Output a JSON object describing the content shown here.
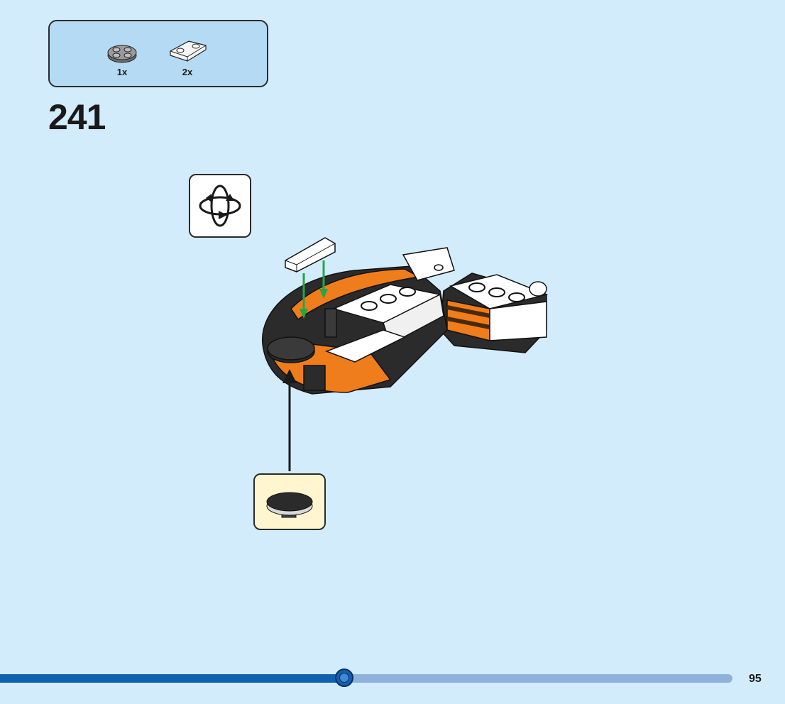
{
  "parts_list": {
    "items": [
      {
        "icon": "round-plate-2x2-dark-gray-icon",
        "qty": "1x"
      },
      {
        "icon": "slope-curved-white-icon",
        "qty": "2x"
      }
    ]
  },
  "step": {
    "number": "241"
  },
  "rotate": {
    "icon": "rotate-model-icon"
  },
  "callout": {
    "icon": "round-tile-black-icon"
  },
  "progress": {
    "fraction": 0.47
  },
  "page": {
    "number": "95"
  },
  "colors": {
    "background": "#d3ecfb",
    "parts_box": "#b5daf4",
    "callout_box": "#fff6d0",
    "progress_fill": "#1061ad",
    "progress_track": "#8eb2dc",
    "model_orange": "#f07d1b",
    "model_black": "#2b2b2b",
    "green_arrow": "#27a447"
  }
}
